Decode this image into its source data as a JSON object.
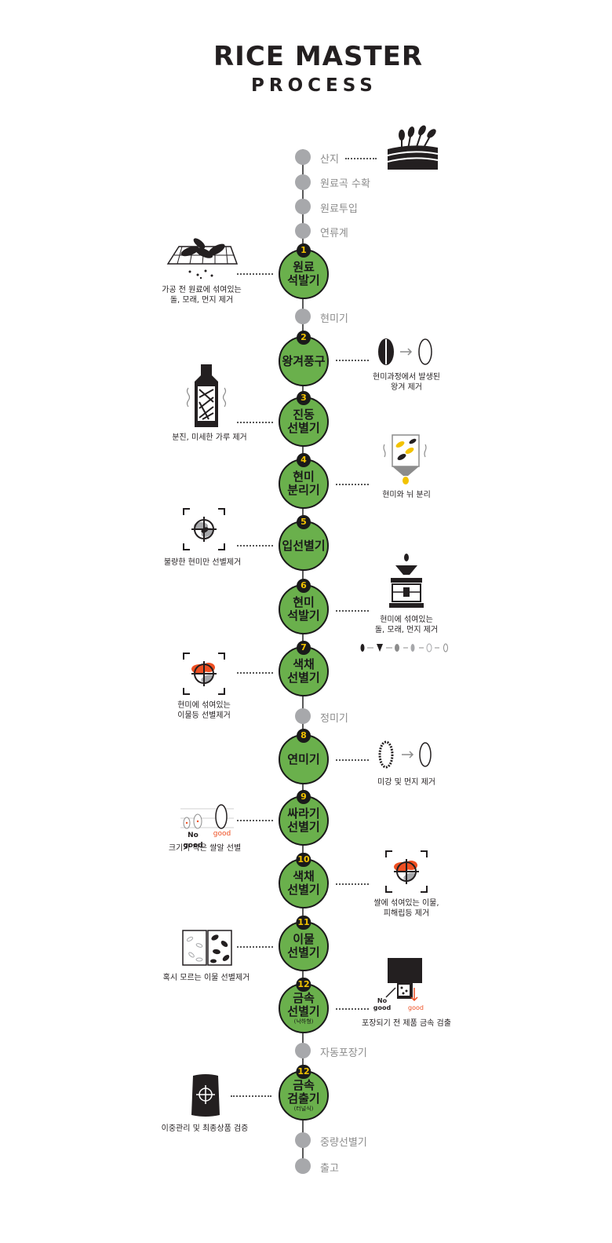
{
  "title": {
    "line1": "RICE MASTER",
    "line2": "PROCESS"
  },
  "pre_steps": [
    "산지",
    "원료곡 수확",
    "원료투입",
    "연류계"
  ],
  "between": {
    "after_1": "현미기",
    "after_7": "정미기",
    "after_12a": "자동포장기"
  },
  "post_steps": [
    "중량선별기",
    "출고"
  ],
  "steps": [
    {
      "num": "1",
      "name": "원료\n석발기",
      "desc": "가공 전 원료에 섞여있는\n돌, 모래, 먼지 제거"
    },
    {
      "num": "2",
      "name": "왕겨풍구",
      "desc": "현미과정에서 발생된\n왕겨 제거"
    },
    {
      "num": "3",
      "name": "진동\n선별기",
      "desc": "분진, 미세한 가루 제거"
    },
    {
      "num": "4",
      "name": "현미\n분리기",
      "desc": "현미와 뉘 분리"
    },
    {
      "num": "5",
      "name": "입선별기",
      "desc": "불량한 현미만 선별제거"
    },
    {
      "num": "6",
      "name": "현미\n석발기",
      "desc": "현미에 섞여있는\n돌, 모래, 먼지 제거"
    },
    {
      "num": "7",
      "name": "색채\n선별기",
      "desc": "현미에 섞여있는\n이물등 선별제거"
    },
    {
      "num": "8",
      "name": "연미기",
      "desc": "미강 및 먼지 제거"
    },
    {
      "num": "9",
      "name": "싸라기\n선별기",
      "desc": "크기가 작은 쌀알 선별"
    },
    {
      "num": "10",
      "name": "색채\n선별기",
      "desc": "쌀에 섞여있는 이물,\n피해립등 제거"
    },
    {
      "num": "11",
      "name": "이물\n선별기",
      "desc": "혹시 모르는 이물 선별제거"
    },
    {
      "num": "12",
      "name": "금속\n선별기",
      "sub": "(낙하형)",
      "desc": "포장되기 전 제품 금속 검출"
    },
    {
      "num": "12",
      "name": "금속\n검출기",
      "sub": "(터널식)",
      "desc": "이중관리 및 최종상품 검증"
    }
  ],
  "icon_text": {
    "no_good": "No good",
    "good": "good",
    "no_good_small": "No good",
    "good_small": "good"
  },
  "colors": {
    "step_green": "#6ab04c",
    "accent_orange": "#ee4f22",
    "number_yellow": "#f2c200",
    "dot_gray": "#a7a8ab"
  }
}
